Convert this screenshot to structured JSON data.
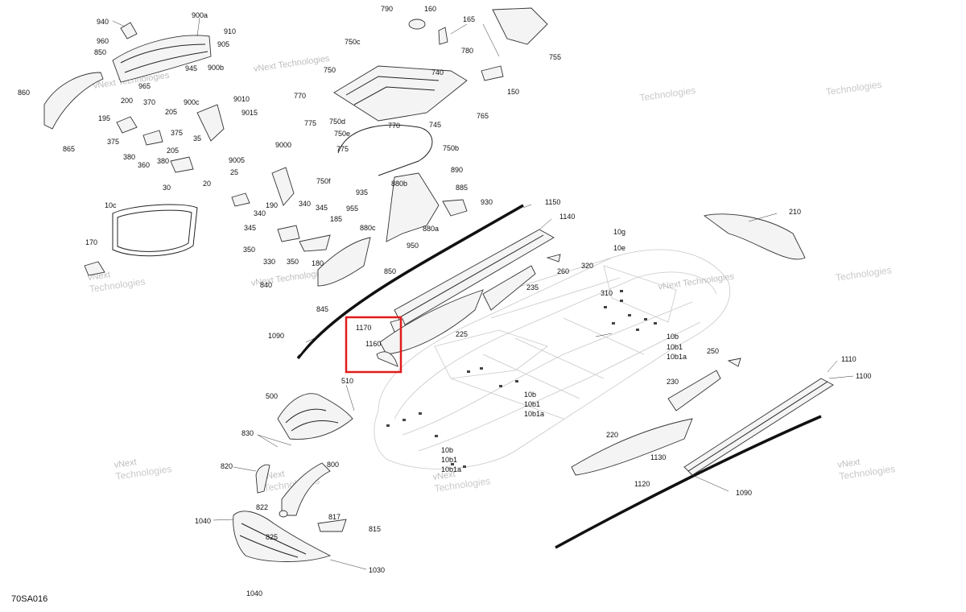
{
  "diagram": {
    "code": "70SA016",
    "highlight_color": "#e11b1b",
    "highlighted_labels": [
      "1170",
      "1160"
    ],
    "watermark": {
      "line1": "vNext",
      "line2": "Technologies",
      "line_single": "vNext Technologies"
    },
    "labels": [
      {
        "id": "940",
        "t": "940"
      },
      {
        "id": "900a",
        "t": "900a"
      },
      {
        "id": "910",
        "t": "910"
      },
      {
        "id": "960",
        "t": "960"
      },
      {
        "id": "905",
        "t": "905"
      },
      {
        "id": "850a",
        "t": "850"
      },
      {
        "id": "945",
        "t": "945"
      },
      {
        "id": "900b",
        "t": "900b"
      },
      {
        "id": "965",
        "t": "965"
      },
      {
        "id": "860",
        "t": "860"
      },
      {
        "id": "900c",
        "t": "900c"
      },
      {
        "id": "200",
        "t": "200"
      },
      {
        "id": "370",
        "t": "370"
      },
      {
        "id": "205a",
        "t": "205"
      },
      {
        "id": "195",
        "t": "195"
      },
      {
        "id": "375a",
        "t": "375"
      },
      {
        "id": "375b",
        "t": "375"
      },
      {
        "id": "205b",
        "t": "205"
      },
      {
        "id": "865",
        "t": "865"
      },
      {
        "id": "380a",
        "t": "380"
      },
      {
        "id": "380b",
        "t": "380"
      },
      {
        "id": "35",
        "t": "35"
      },
      {
        "id": "360",
        "t": "360"
      },
      {
        "id": "30",
        "t": "30"
      },
      {
        "id": "9010",
        "t": "9010"
      },
      {
        "id": "9015",
        "t": "9015"
      },
      {
        "id": "9000",
        "t": "9000"
      },
      {
        "id": "9005",
        "t": "9005"
      },
      {
        "id": "25",
        "t": "25"
      },
      {
        "id": "20",
        "t": "20"
      },
      {
        "id": "10c",
        "t": "10c"
      },
      {
        "id": "190",
        "t": "190"
      },
      {
        "id": "340a",
        "t": "340"
      },
      {
        "id": "340b",
        "t": "340"
      },
      {
        "id": "345a",
        "t": "345"
      },
      {
        "id": "345b",
        "t": "345"
      },
      {
        "id": "185",
        "t": "185"
      },
      {
        "id": "170",
        "t": "170"
      },
      {
        "id": "350a",
        "t": "350"
      },
      {
        "id": "350b",
        "t": "350"
      },
      {
        "id": "330",
        "t": "330"
      },
      {
        "id": "180",
        "t": "180"
      },
      {
        "id": "840",
        "t": "840"
      },
      {
        "id": "845",
        "t": "845"
      },
      {
        "id": "850b",
        "t": "850"
      },
      {
        "id": "790",
        "t": "790"
      },
      {
        "id": "160",
        "t": "160"
      },
      {
        "id": "165",
        "t": "165"
      },
      {
        "id": "755",
        "t": "755"
      },
      {
        "id": "750c",
        "t": "750c"
      },
      {
        "id": "780",
        "t": "780"
      },
      {
        "id": "750",
        "t": "750"
      },
      {
        "id": "740",
        "t": "740"
      },
      {
        "id": "150",
        "t": "150"
      },
      {
        "id": "770a",
        "t": "770"
      },
      {
        "id": "765",
        "t": "765"
      },
      {
        "id": "775a",
        "t": "775"
      },
      {
        "id": "750d",
        "t": "750d"
      },
      {
        "id": "745",
        "t": "745"
      },
      {
        "id": "770b",
        "t": "770"
      },
      {
        "id": "750e",
        "t": "750e"
      },
      {
        "id": "750b",
        "t": "750b"
      },
      {
        "id": "775b",
        "t": "775"
      },
      {
        "id": "750f",
        "t": "750f"
      },
      {
        "id": "890",
        "t": "890"
      },
      {
        "id": "880b",
        "t": "880b"
      },
      {
        "id": "885",
        "t": "885"
      },
      {
        "id": "935",
        "t": "935"
      },
      {
        "id": "930",
        "t": "930"
      },
      {
        "id": "955",
        "t": "955"
      },
      {
        "id": "880c",
        "t": "880c"
      },
      {
        "id": "880a",
        "t": "880a"
      },
      {
        "id": "950",
        "t": "950"
      },
      {
        "id": "1150",
        "t": "1150"
      },
      {
        "id": "1140",
        "t": "1140"
      },
      {
        "id": "210",
        "t": "210"
      },
      {
        "id": "10g",
        "t": "10g"
      },
      {
        "id": "10e",
        "t": "10e"
      },
      {
        "id": "260",
        "t": "260"
      },
      {
        "id": "320",
        "t": "320"
      },
      {
        "id": "235",
        "t": "235"
      },
      {
        "id": "310",
        "t": "310"
      },
      {
        "id": "1170",
        "t": "1170"
      },
      {
        "id": "1160",
        "t": "1160"
      },
      {
        "id": "225",
        "t": "225"
      },
      {
        "id": "1090a",
        "t": "1090"
      },
      {
        "id": "10b_1",
        "t": "10b"
      },
      {
        "id": "10b1_1",
        "t": "10b1"
      },
      {
        "id": "10b1a_1",
        "t": "10b1a"
      },
      {
        "id": "250",
        "t": "250"
      },
      {
        "id": "1110",
        "t": "1110"
      },
      {
        "id": "1100",
        "t": "1100"
      },
      {
        "id": "510",
        "t": "510"
      },
      {
        "id": "500",
        "t": "500"
      },
      {
        "id": "230",
        "t": "230"
      },
      {
        "id": "10b_2",
        "t": "10b"
      },
      {
        "id": "10b1_2",
        "t": "10b1"
      },
      {
        "id": "10b1a_2",
        "t": "10b1a"
      },
      {
        "id": "830",
        "t": "830"
      },
      {
        "id": "220",
        "t": "220"
      },
      {
        "id": "10b_3",
        "t": "10b"
      },
      {
        "id": "10b1_3",
        "t": "10b1"
      },
      {
        "id": "10b1a_3",
        "t": "10b1a"
      },
      {
        "id": "1130",
        "t": "1130"
      },
      {
        "id": "820",
        "t": "820"
      },
      {
        "id": "800",
        "t": "800"
      },
      {
        "id": "1120",
        "t": "1120"
      },
      {
        "id": "1090b",
        "t": "1090"
      },
      {
        "id": "822",
        "t": "822"
      },
      {
        "id": "1040a",
        "t": "1040"
      },
      {
        "id": "817",
        "t": "817"
      },
      {
        "id": "815",
        "t": "815"
      },
      {
        "id": "825",
        "t": "825"
      },
      {
        "id": "1030",
        "t": "1030"
      },
      {
        "id": "1040b",
        "t": "1040"
      }
    ]
  }
}
